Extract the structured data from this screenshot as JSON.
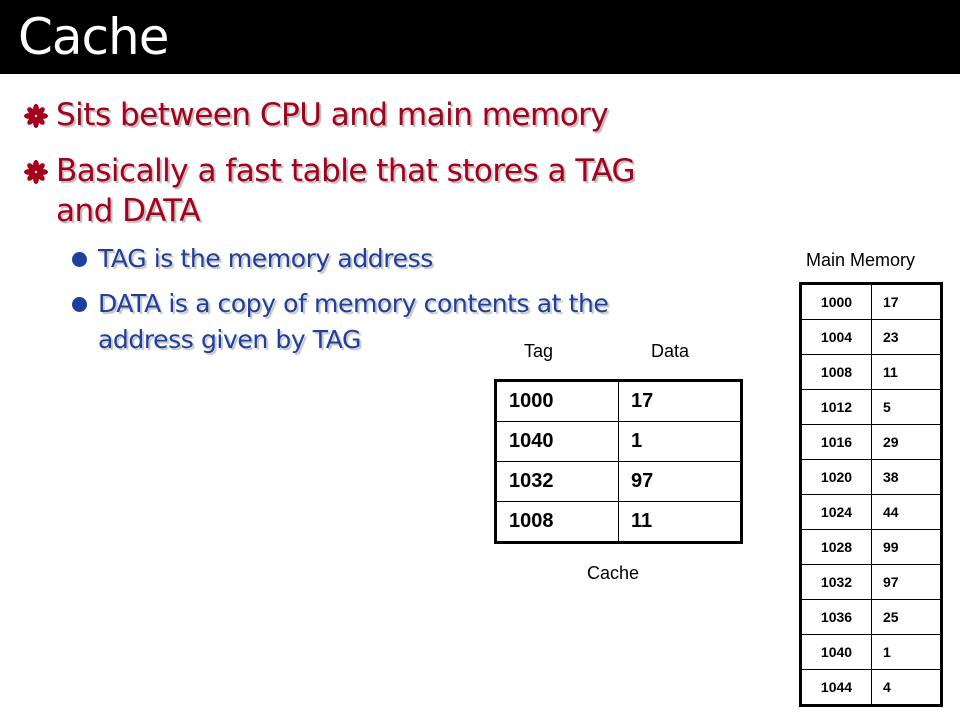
{
  "title": "Cache",
  "bullets": [
    {
      "text": "Sits between CPU and main memory"
    },
    {
      "text_line1": "Basically a fast table that stores a TAG",
      "text_line2": "and DATA"
    }
  ],
  "sub_bullets": [
    {
      "text": "TAG is the memory address"
    },
    {
      "text_line1": "DATA is a copy of memory contents at the",
      "text_line2": "address given by TAG"
    }
  ],
  "cache_table": {
    "tag_header": "Tag",
    "data_header": "Data",
    "caption": "Cache",
    "rows": [
      {
        "tag": "1000",
        "data": "17"
      },
      {
        "tag": "1040",
        "data": "1"
      },
      {
        "tag": "1032",
        "data": "97"
      },
      {
        "tag": "1008",
        "data": "11"
      }
    ]
  },
  "main_memory": {
    "caption": "Main Memory",
    "rows": [
      {
        "addr": "1000",
        "val": "17"
      },
      {
        "addr": "1004",
        "val": "23"
      },
      {
        "addr": "1008",
        "val": "11"
      },
      {
        "addr": "1012",
        "val": "5"
      },
      {
        "addr": "1016",
        "val": "29"
      },
      {
        "addr": "1020",
        "val": "38"
      },
      {
        "addr": "1024",
        "val": "44"
      },
      {
        "addr": "1028",
        "val": "99"
      },
      {
        "addr": "1032",
        "val": "97"
      },
      {
        "addr": "1036",
        "val": "25"
      },
      {
        "addr": "1040",
        "val": "1"
      },
      {
        "addr": "1044",
        "val": "4"
      }
    ]
  },
  "colors": {
    "title_bg": "#000000",
    "bullet_red": "#a6001c",
    "subbullet_blue": "#1f3f9e"
  },
  "icons": {
    "bullet": "asterisk-icon",
    "sub_bullet": "dot-icon"
  }
}
